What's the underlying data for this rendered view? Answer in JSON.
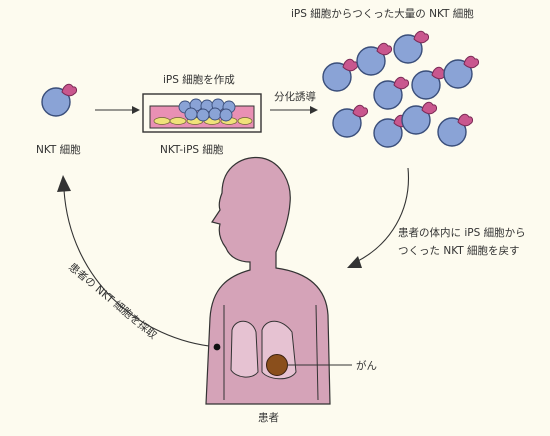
{
  "labels": {
    "nkt_cell": "NKT 細胞",
    "make_ips": "iPS 細胞を作成",
    "nkt_ips": "NKT-iPS 細胞",
    "differentiate": "分化誘導",
    "mass_nkt": "iPS 細胞からつくった大量の NKT 細胞",
    "return_line1": "患者の体内に iPS 細胞から",
    "return_line2": "つくった NKT 細胞を戻す",
    "collect": "患者の NKT 細胞を採取",
    "cancer": "がん",
    "patient": "患者"
  },
  "colors": {
    "background": "#fdfbef",
    "cell_body": "#8aa3d6",
    "cell_marker": "#c9578e",
    "patient_body": "#d5a3b8",
    "lung": "#e6c2d2",
    "tumor": "#8a4f1c",
    "dish_media": "#e990b4",
    "dish_yellow": "#f0e27a"
  }
}
